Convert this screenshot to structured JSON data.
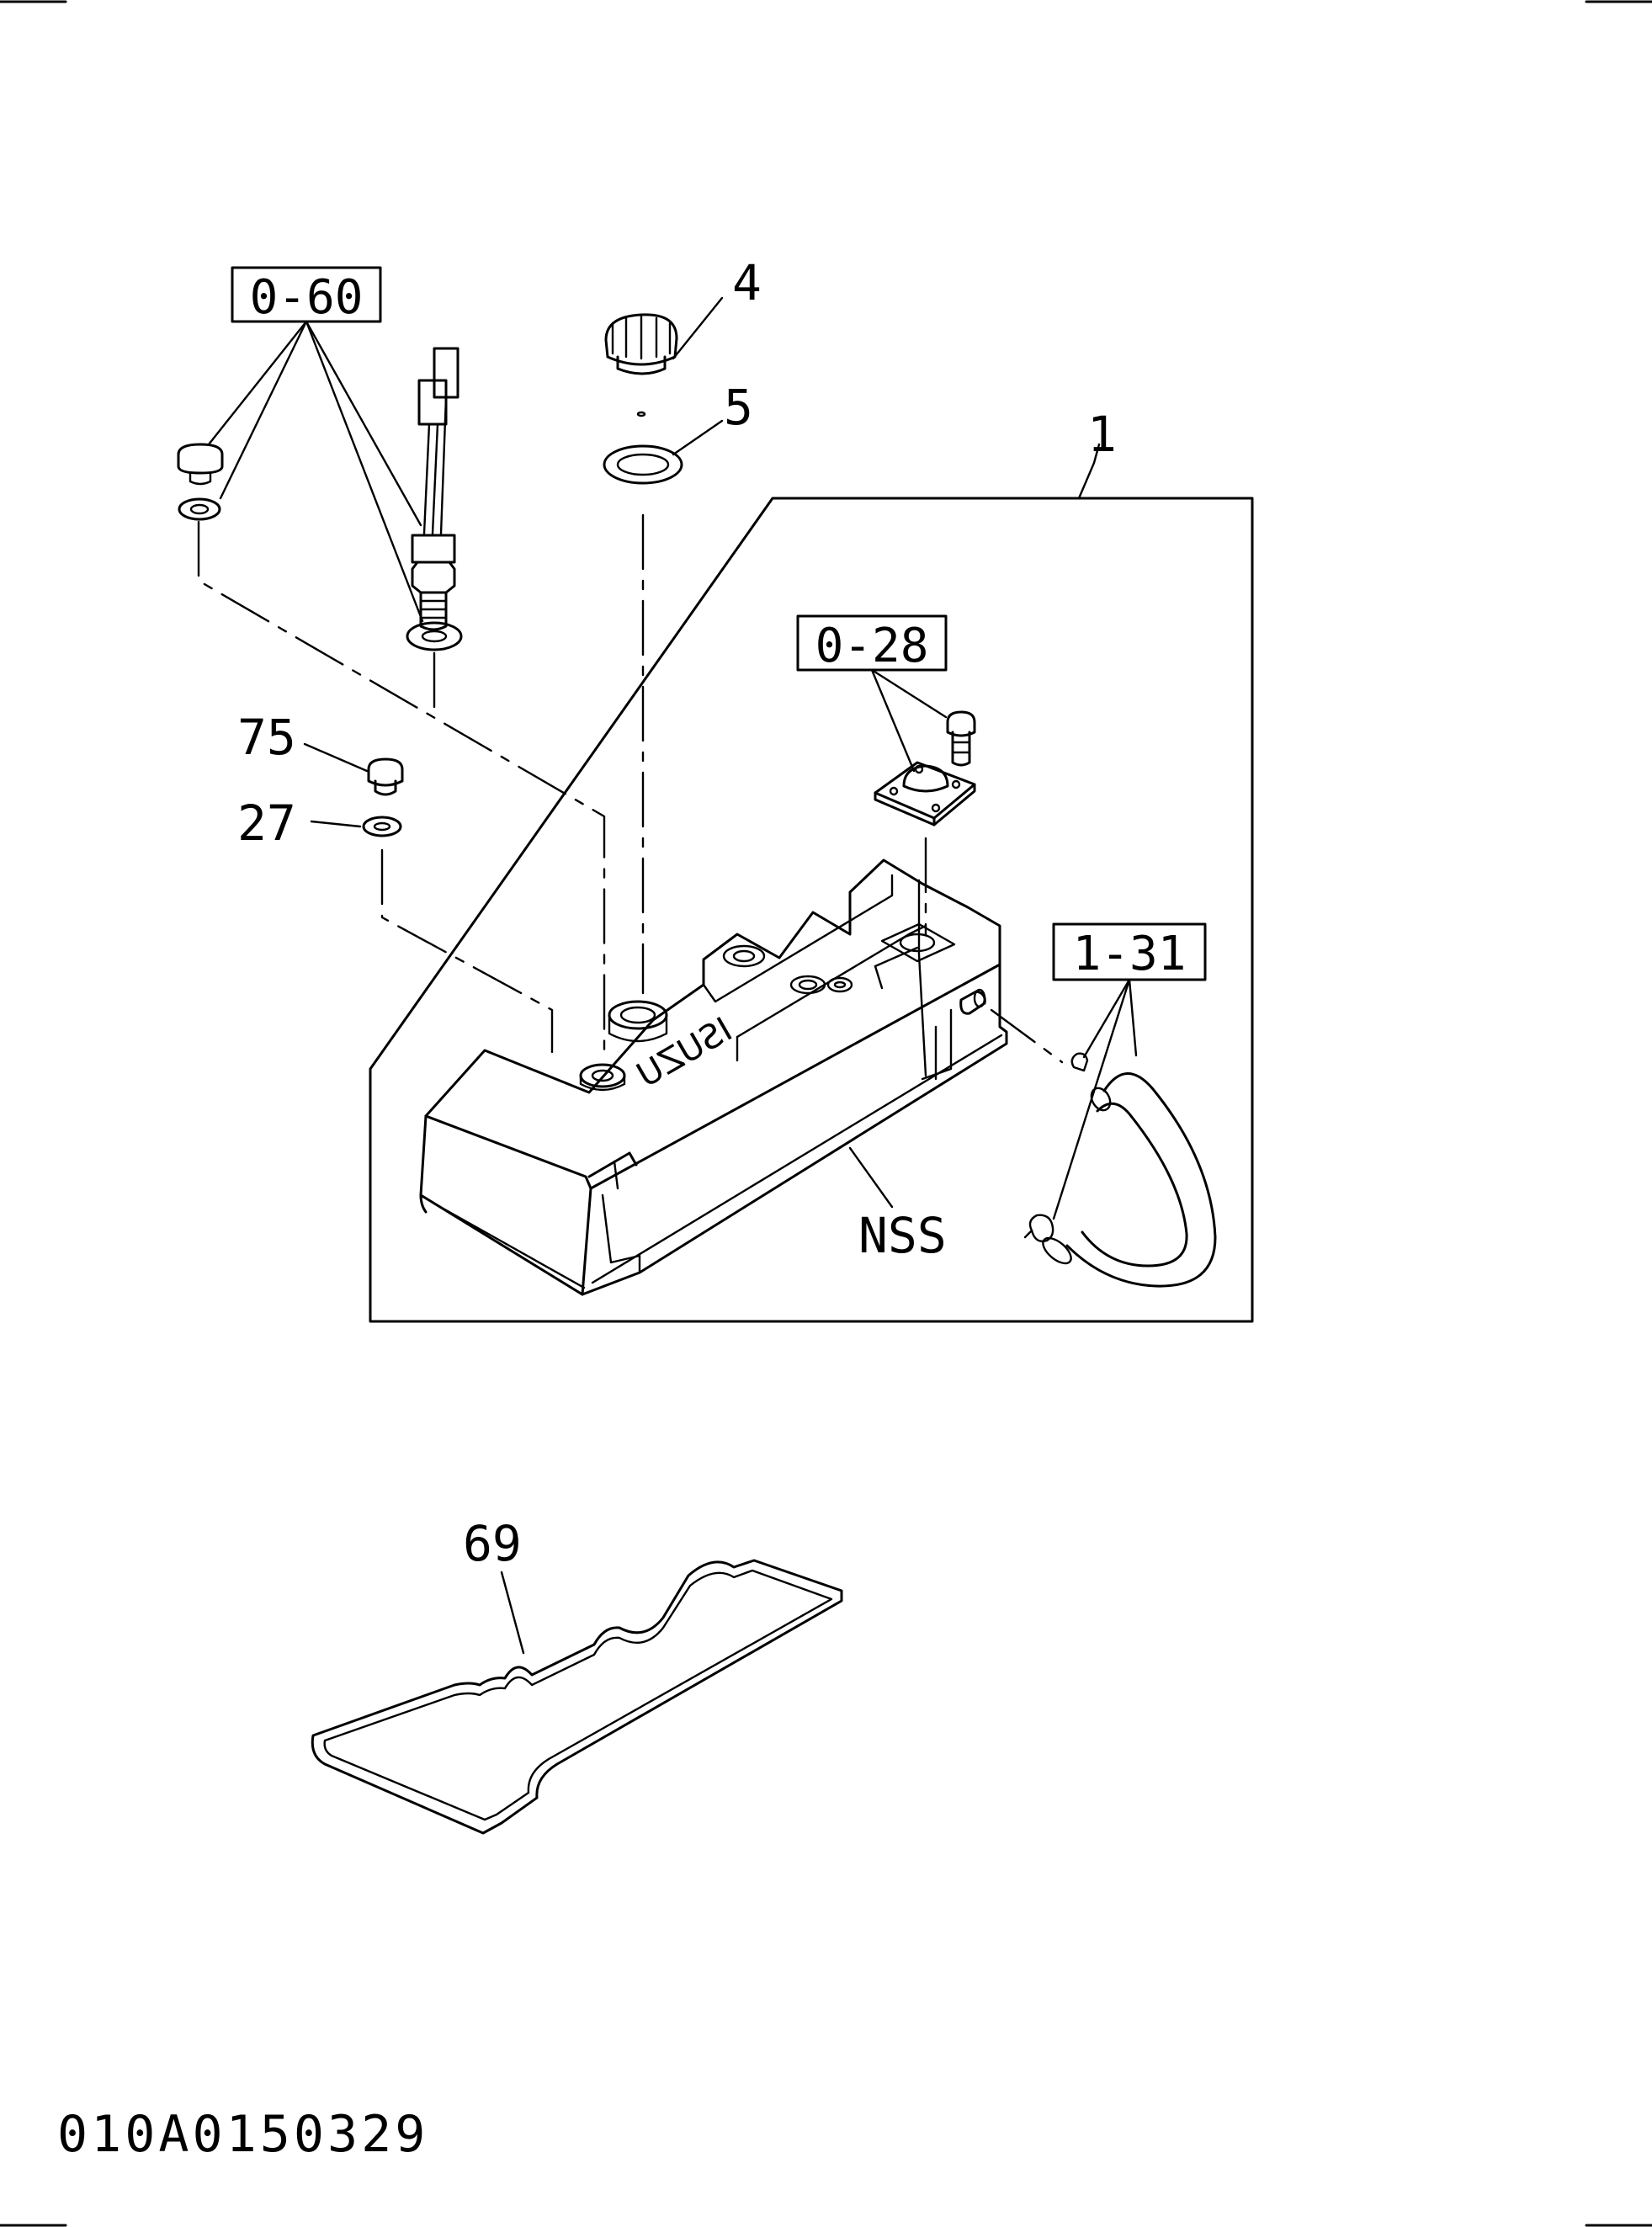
{
  "diagram": {
    "ref_boxes": [
      {
        "id": "ref-0-60",
        "text": "0-60"
      },
      {
        "id": "ref-0-28",
        "text": "0-28"
      },
      {
        "id": "ref-1-31",
        "text": "1-31"
      }
    ],
    "callouts": [
      {
        "id": "callout-1",
        "text": "1"
      },
      {
        "id": "callout-4",
        "text": "4"
      },
      {
        "id": "callout-5",
        "text": "5"
      },
      {
        "id": "callout-75",
        "text": "75"
      },
      {
        "id": "callout-27",
        "text": "27"
      },
      {
        "id": "callout-69",
        "text": "69"
      },
      {
        "id": "callout-nss",
        "text": "NSS"
      }
    ],
    "embossed_logo": "ISUZU",
    "drawing_code": "010A0150329"
  }
}
